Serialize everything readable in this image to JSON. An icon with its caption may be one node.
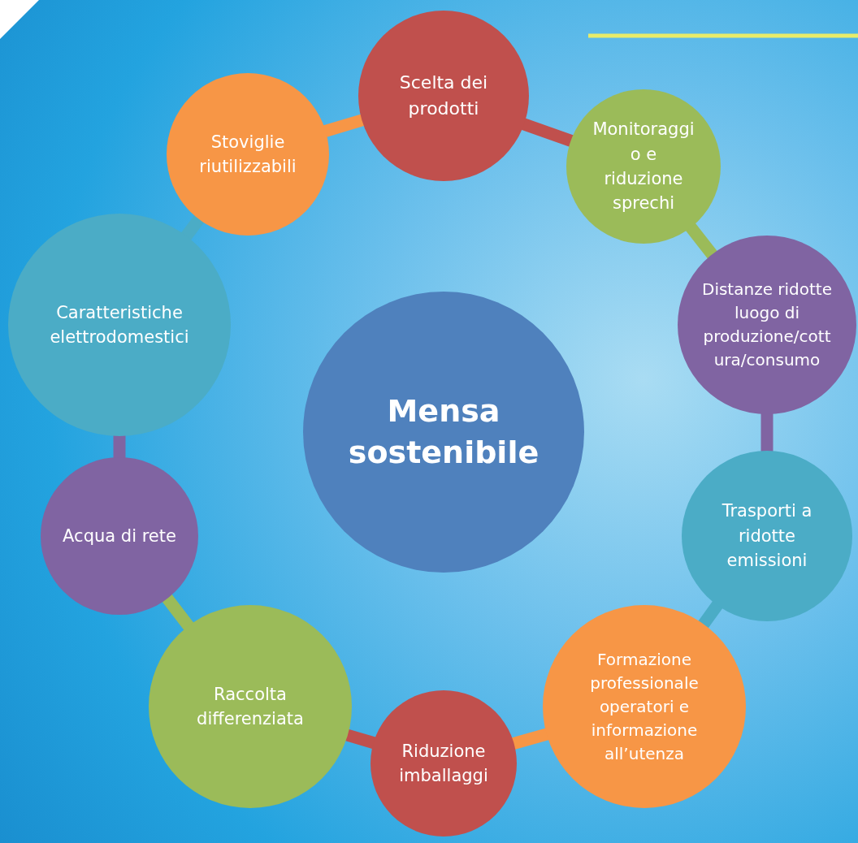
{
  "diagram": {
    "nodes": [
      {
        "text": [
          "Mensa sostenibile"
        ]
      },
      {
        "text": [
          "Scelta dei prodotti"
        ]
      },
      {
        "text": [
          "Monitoraggio e riduzione sprechi"
        ]
      },
      {
        "text": [
          "Distanze ridotte luogo di produzione/cottura/consumo"
        ]
      },
      {
        "text": [
          "Trasporti a ridotte emissioni"
        ]
      },
      {
        "text": [
          "Formazione professionale operatori e informazione all’utenza"
        ]
      },
      {
        "text": [
          "Riduzione imballaggi"
        ]
      },
      {
        "text": [
          "Raccolta differenziata"
        ]
      },
      {
        "text": [
          "Acqua di rete"
        ]
      },
      {
        "text": [
          "Caratteristiche elettrodomestici"
        ]
      },
      {
        "text": [
          "Stoviglie riutilizzabili"
        ]
      }
    ],
    "edges": [
      {
        "from": 1,
        "to": 2,
        "arrow": "none",
        "color": "#c0504d"
      },
      {
        "from": 2,
        "to": 3,
        "arrow": "none",
        "color": "#9bbb59"
      },
      {
        "from": 3,
        "to": 4,
        "arrow": "none",
        "color": "#8064a2"
      },
      {
        "from": 4,
        "to": 5,
        "arrow": "none",
        "color": "#4bacc6"
      },
      {
        "from": 5,
        "to": 6,
        "arrow": "none",
        "color": "#f79646"
      },
      {
        "from": 6,
        "to": 7,
        "arrow": "none",
        "color": "#c0504d"
      },
      {
        "from": 7,
        "to": 8,
        "arrow": "none",
        "color": "#9bbb59"
      },
      {
        "from": 8,
        "to": 9,
        "arrow": "none",
        "color": "#8064a2"
      },
      {
        "from": 9,
        "to": 10,
        "arrow": "none",
        "color": "#4bacc6"
      },
      {
        "from": 10,
        "to": 1,
        "arrow": "none",
        "color": "#f79646"
      }
    ]
  }
}
